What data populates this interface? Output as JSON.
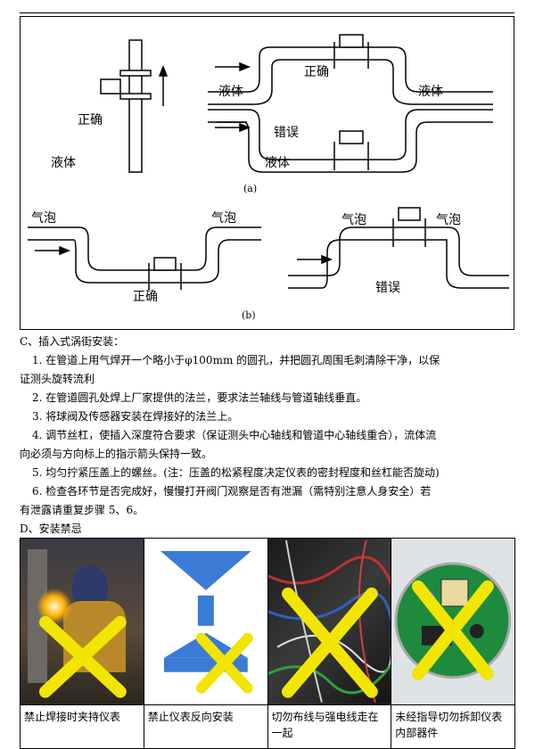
{
  "diagram": {
    "label_correct": "正确",
    "label_wrong": "错误",
    "label_liquid": "液体",
    "label_bubble": "气泡",
    "label_a": "(a)",
    "label_b": "(b)"
  },
  "section_c": {
    "title": "C、插入式涡街安装：",
    "step1_line1": "1. 在管道上用气焊开一个略小于φ100mm 的圆孔，并把圆孔周围毛刺清除干净，以保",
    "step1_line2": "证测头旋转流利",
    "step2": "2. 在管道圆孔处焊上厂家提供的法兰，要求法兰轴线与管道轴线垂直。",
    "step3": "3. 将球阀及传感器安装在焊接好的法兰上。",
    "step4_line1": "4. 调节丝杠，使插入深度符合要求（保证测头中心轴线和管道中心轴线重合），流体流",
    "step4_line2": "向必须与方向标上的指示箭头保持一致。",
    "step5": "5. 均匀拧紧压盖上的螺丝。(注：压盖的松紧程度决定仪表的密封程度和丝杠能否旋动)",
    "step6_line1": "6. 检查各环节是否完成好，慢慢打开阀门观察是否有泄漏（需特别注意人身安全）若",
    "step6_line2": "有泄露请重复步骤 5、6。"
  },
  "section_d": {
    "title": "D、安装禁忌",
    "items": [
      {
        "caption": "禁止焊接时夹持仪表"
      },
      {
        "caption": "禁止仪表反向安装"
      },
      {
        "caption": "切勿布线与强电线走在一起"
      },
      {
        "caption": "未经指导切勿拆卸仪表内部器件"
      }
    ],
    "colors": {
      "cross": "#f2e600"
    }
  }
}
